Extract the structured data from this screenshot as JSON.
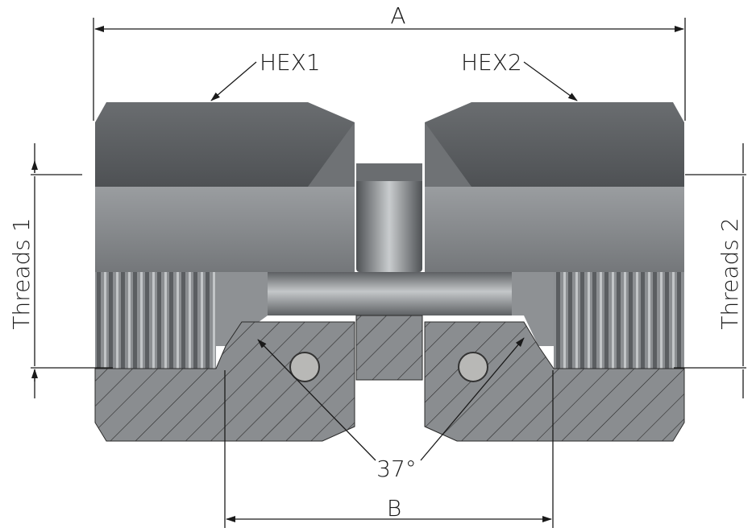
{
  "labels": {
    "dim_overall": "A",
    "dim_seat": "B",
    "hex_left": "HEX1",
    "hex_right": "HEX2",
    "threads_left": "Threads 1",
    "threads_right": "Threads 2",
    "angle": "37°"
  },
  "colors": {
    "body_dark": "#5a5d60",
    "body_mid": "#7e8184",
    "body_light": "#a9acae",
    "section_fill": "#8a8d90",
    "hatch": "#2a2a2a",
    "dim_line": "#1a1a1a"
  }
}
